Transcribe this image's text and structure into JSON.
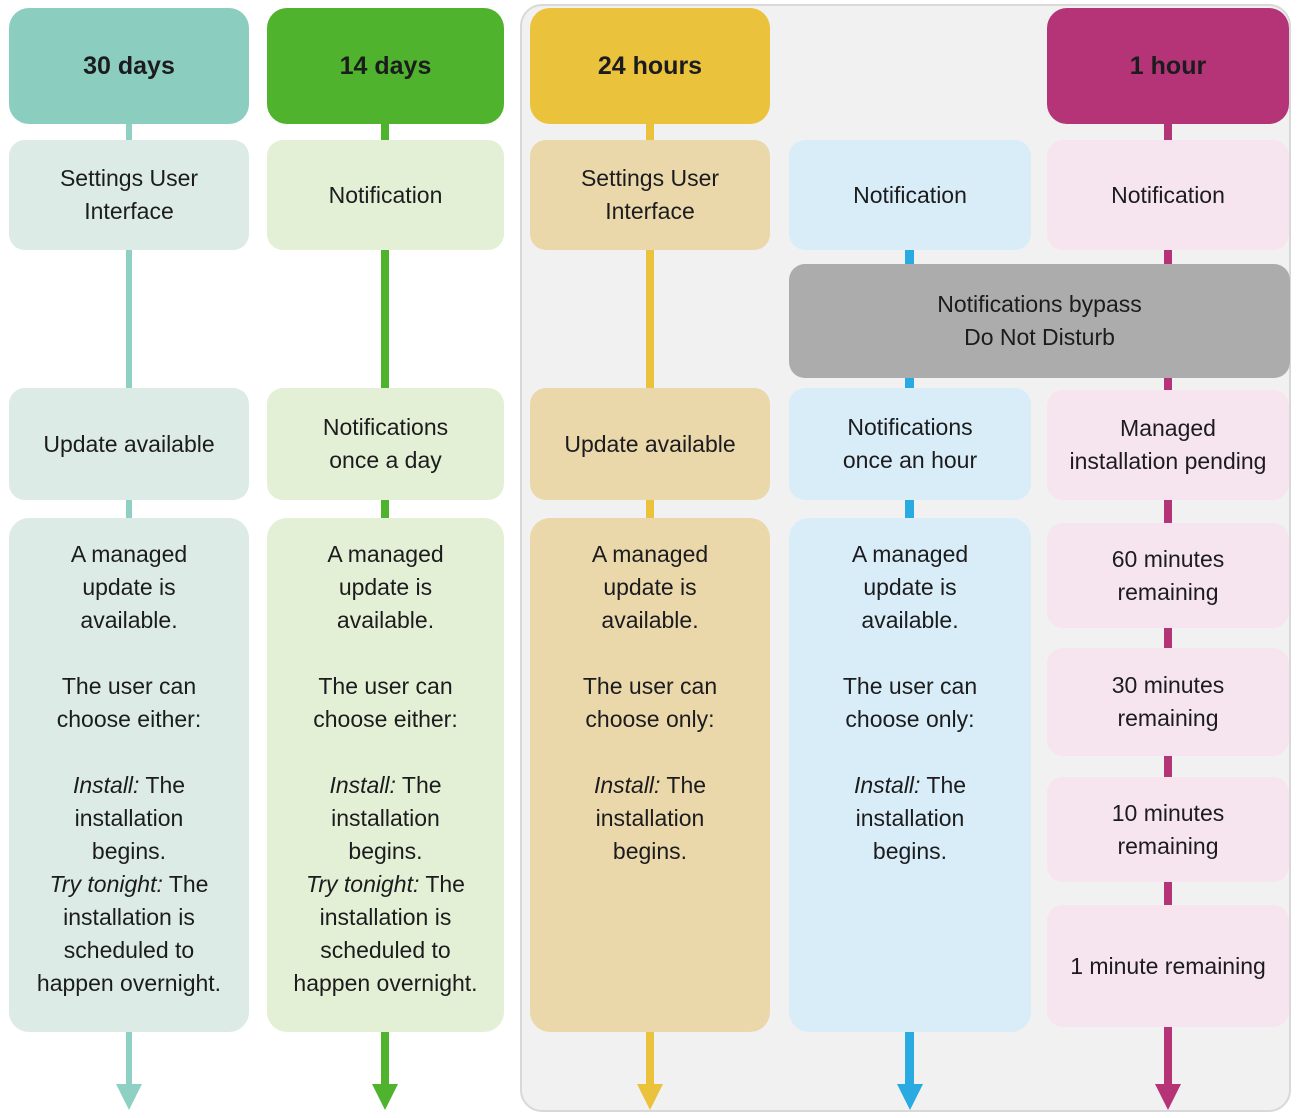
{
  "panel": {
    "bg": "#f1f1f1",
    "border_color": "#d8d8d8"
  },
  "bypass_box": {
    "text": "Notifications bypass\nDo Not Disturb",
    "bg": "#acacac"
  },
  "columns": [
    {
      "key": "30-days",
      "header": "30 days",
      "header_bg": "#8bcdbf",
      "box_bg": "#dcebe5",
      "line_color": "#8fd0c4",
      "box1": "Settings User\nInterface",
      "box2": "Update available",
      "detail": {
        "part1": "A managed\nupdate is\navailable.\n\nThe user can\nchoose either:\n\n",
        "em1": "Install:",
        "part2": " The\ninstallation\nbegins.\n",
        "em2": "Try tonight:",
        "part3": " The\ninstallation is\nscheduled to\nhappen overnight."
      }
    },
    {
      "key": "14-days",
      "header": "14 days",
      "header_bg": "#50b32d",
      "box_bg": "#e4f0d6",
      "line_color": "#50b32d",
      "box1": "Notification",
      "box2": "Notifications\nonce a day",
      "detail": {
        "part1": "A managed\nupdate is\navailable.\n\nThe user can\nchoose either:\n\n",
        "em1": "Install:",
        "part2": " The\ninstallation\nbegins.\n",
        "em2": "Try tonight:",
        "part3": " The\ninstallation is\nscheduled to\nhappen overnight."
      }
    },
    {
      "key": "24-hours",
      "header": "24 hours",
      "header_bg": "#eac23b",
      "box_bg": "#ead8ab",
      "line_color": "#eac23b",
      "box1": "Settings User\nInterface",
      "box2": "Update available",
      "detail": {
        "part1": "A managed\nupdate is\navailable.\n\nThe user can\nchoose only:\n\n",
        "em1": "Install:",
        "part2": " The\ninstallation\nbegins."
      }
    },
    {
      "key": "notification-hourly",
      "box_bg": "#d9edf8",
      "line_color": "#29abe2",
      "box1": "Notification",
      "box2": "Notifications\nonce an hour",
      "detail": {
        "part1": "A managed\nupdate is\navailable.\n\nThe user can\nchoose only:\n\n",
        "em1": "Install:",
        "part2": " The\ninstallation\nbegins."
      }
    },
    {
      "key": "1-hour",
      "header": "1 hour",
      "header_bg": "#b53478",
      "box_bg": "#f6e4ef",
      "line_color": "#b53478",
      "box1": "Notification",
      "box2": "Managed\ninstallation pending",
      "countdown": [
        "60 minutes\nremaining",
        "30 minutes\nremaining",
        "10 minutes\nremaining",
        "1 minute remaining"
      ]
    }
  ]
}
